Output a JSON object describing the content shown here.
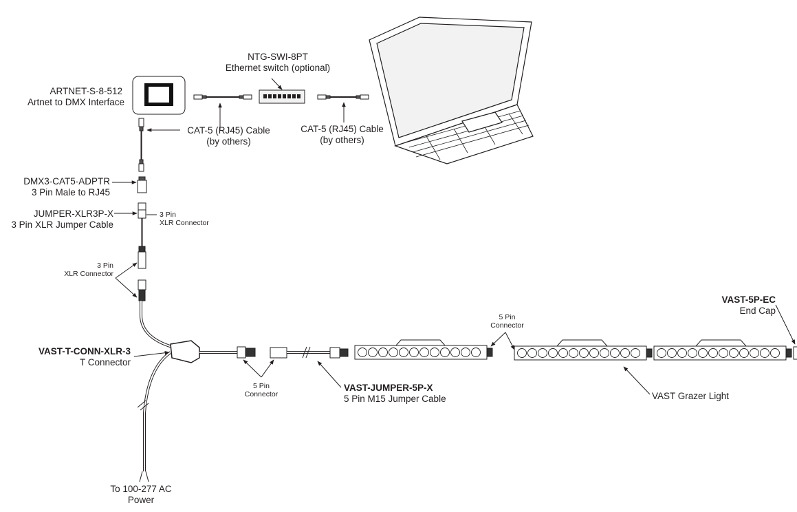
{
  "labels": {
    "artnet_model": "ARTNET-S-8-512",
    "artnet_desc": "Artnet to DMX Interface",
    "switch_model": "NTG-SWI-8PT",
    "switch_desc": "Ethernet switch (optional)",
    "cat5_a_line1": "CAT-5 (RJ45) Cable",
    "cat5_a_line2": "(by others)",
    "cat5_b_line1": "CAT-5 (RJ45) Cable",
    "cat5_b_line2": "(by others)",
    "dmx_adapter_model": "DMX3-CAT5-ADPTR",
    "dmx_adapter_desc": "3 Pin Male to RJ45",
    "xlr_jumper_model": "JUMPER-XLR3P-X",
    "xlr_jumper_desc": "3 Pin XLR Jumper Cable",
    "xlr_conn_a_line1": "3 Pin",
    "xlr_conn_a_line2": "XLR Connector",
    "xlr_conn_b_line1": "3 Pin",
    "xlr_conn_b_line2": "XLR Connector",
    "tconn_model": "VAST-T-CONN-XLR-3",
    "tconn_desc": "T Connector",
    "pin5_conn_a_line1": "5 Pin",
    "pin5_conn_a_line2": "Connector",
    "jumper5p_model": "VAST-JUMPER-5P-X",
    "jumper5p_desc": "5 Pin M15 Jumper Cable",
    "pin5_conn_b_line1": "5 Pin",
    "pin5_conn_b_line2": "Connector",
    "grazer_label": "VAST Grazer Light",
    "endcap_model": "VAST-5P-EC",
    "endcap_desc": "End Cap",
    "power_line1": "To 100-277 AC",
    "power_line2": "Power"
  },
  "colors": {
    "line": "#231f20",
    "device_fill": "#f2f2f2",
    "screen_fill": "#eeeeee",
    "background": "#ffffff"
  },
  "icons": {
    "interface": "artnet-interface-icon",
    "switch": "ethernet-switch-icon",
    "laptop": "laptop-icon",
    "grazer": "grazer-light-icon",
    "endcap": "end-cap-icon"
  }
}
